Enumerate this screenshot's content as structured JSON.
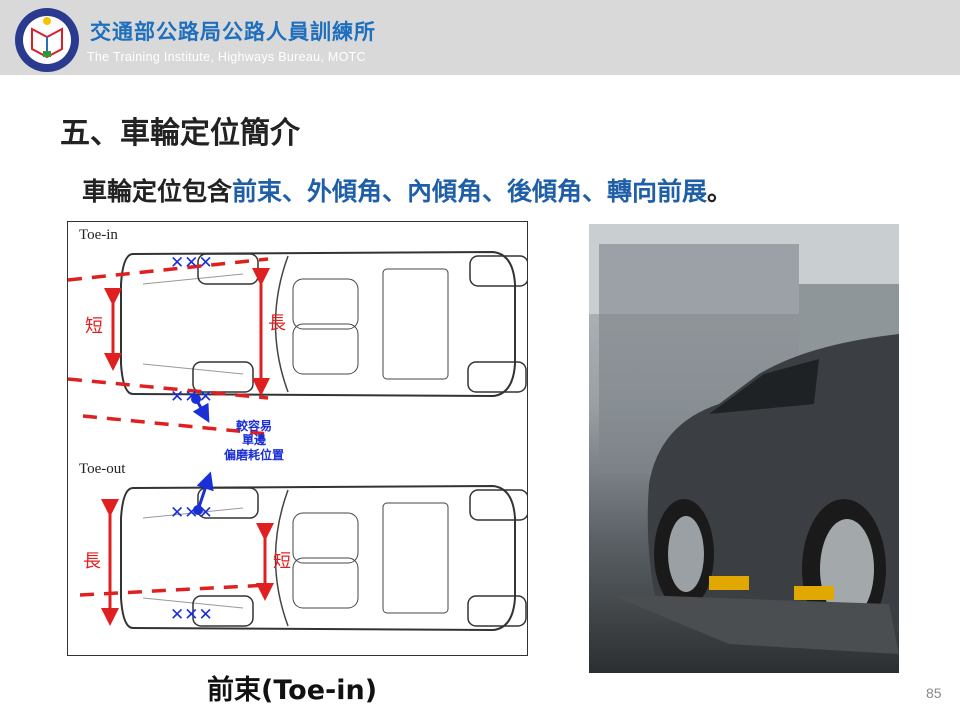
{
  "header": {
    "org_name_cn": "交通部公路局公路人員訓練所",
    "org_name_en": "The Training Institute,  Highways Bureau,  MOTC"
  },
  "slide": {
    "title": "五、車輪定位簡介",
    "subtitle_prefix": "車輪定位包含",
    "subtitle_highlight": "前束、外傾角、內傾角、後傾角、轉向前展",
    "subtitle_suffix": "。",
    "caption": "前束(Toe-in)",
    "page_number": "85"
  },
  "diagram": {
    "toe_in_label": "Toe-in",
    "toe_out_label": "Toe-out",
    "short": "短",
    "long": "長",
    "wear_note": [
      "較容易",
      "單邊",
      "偏磨耗位置"
    ],
    "colors": {
      "red": "#e02020",
      "blue": "#1a2fd6"
    }
  }
}
